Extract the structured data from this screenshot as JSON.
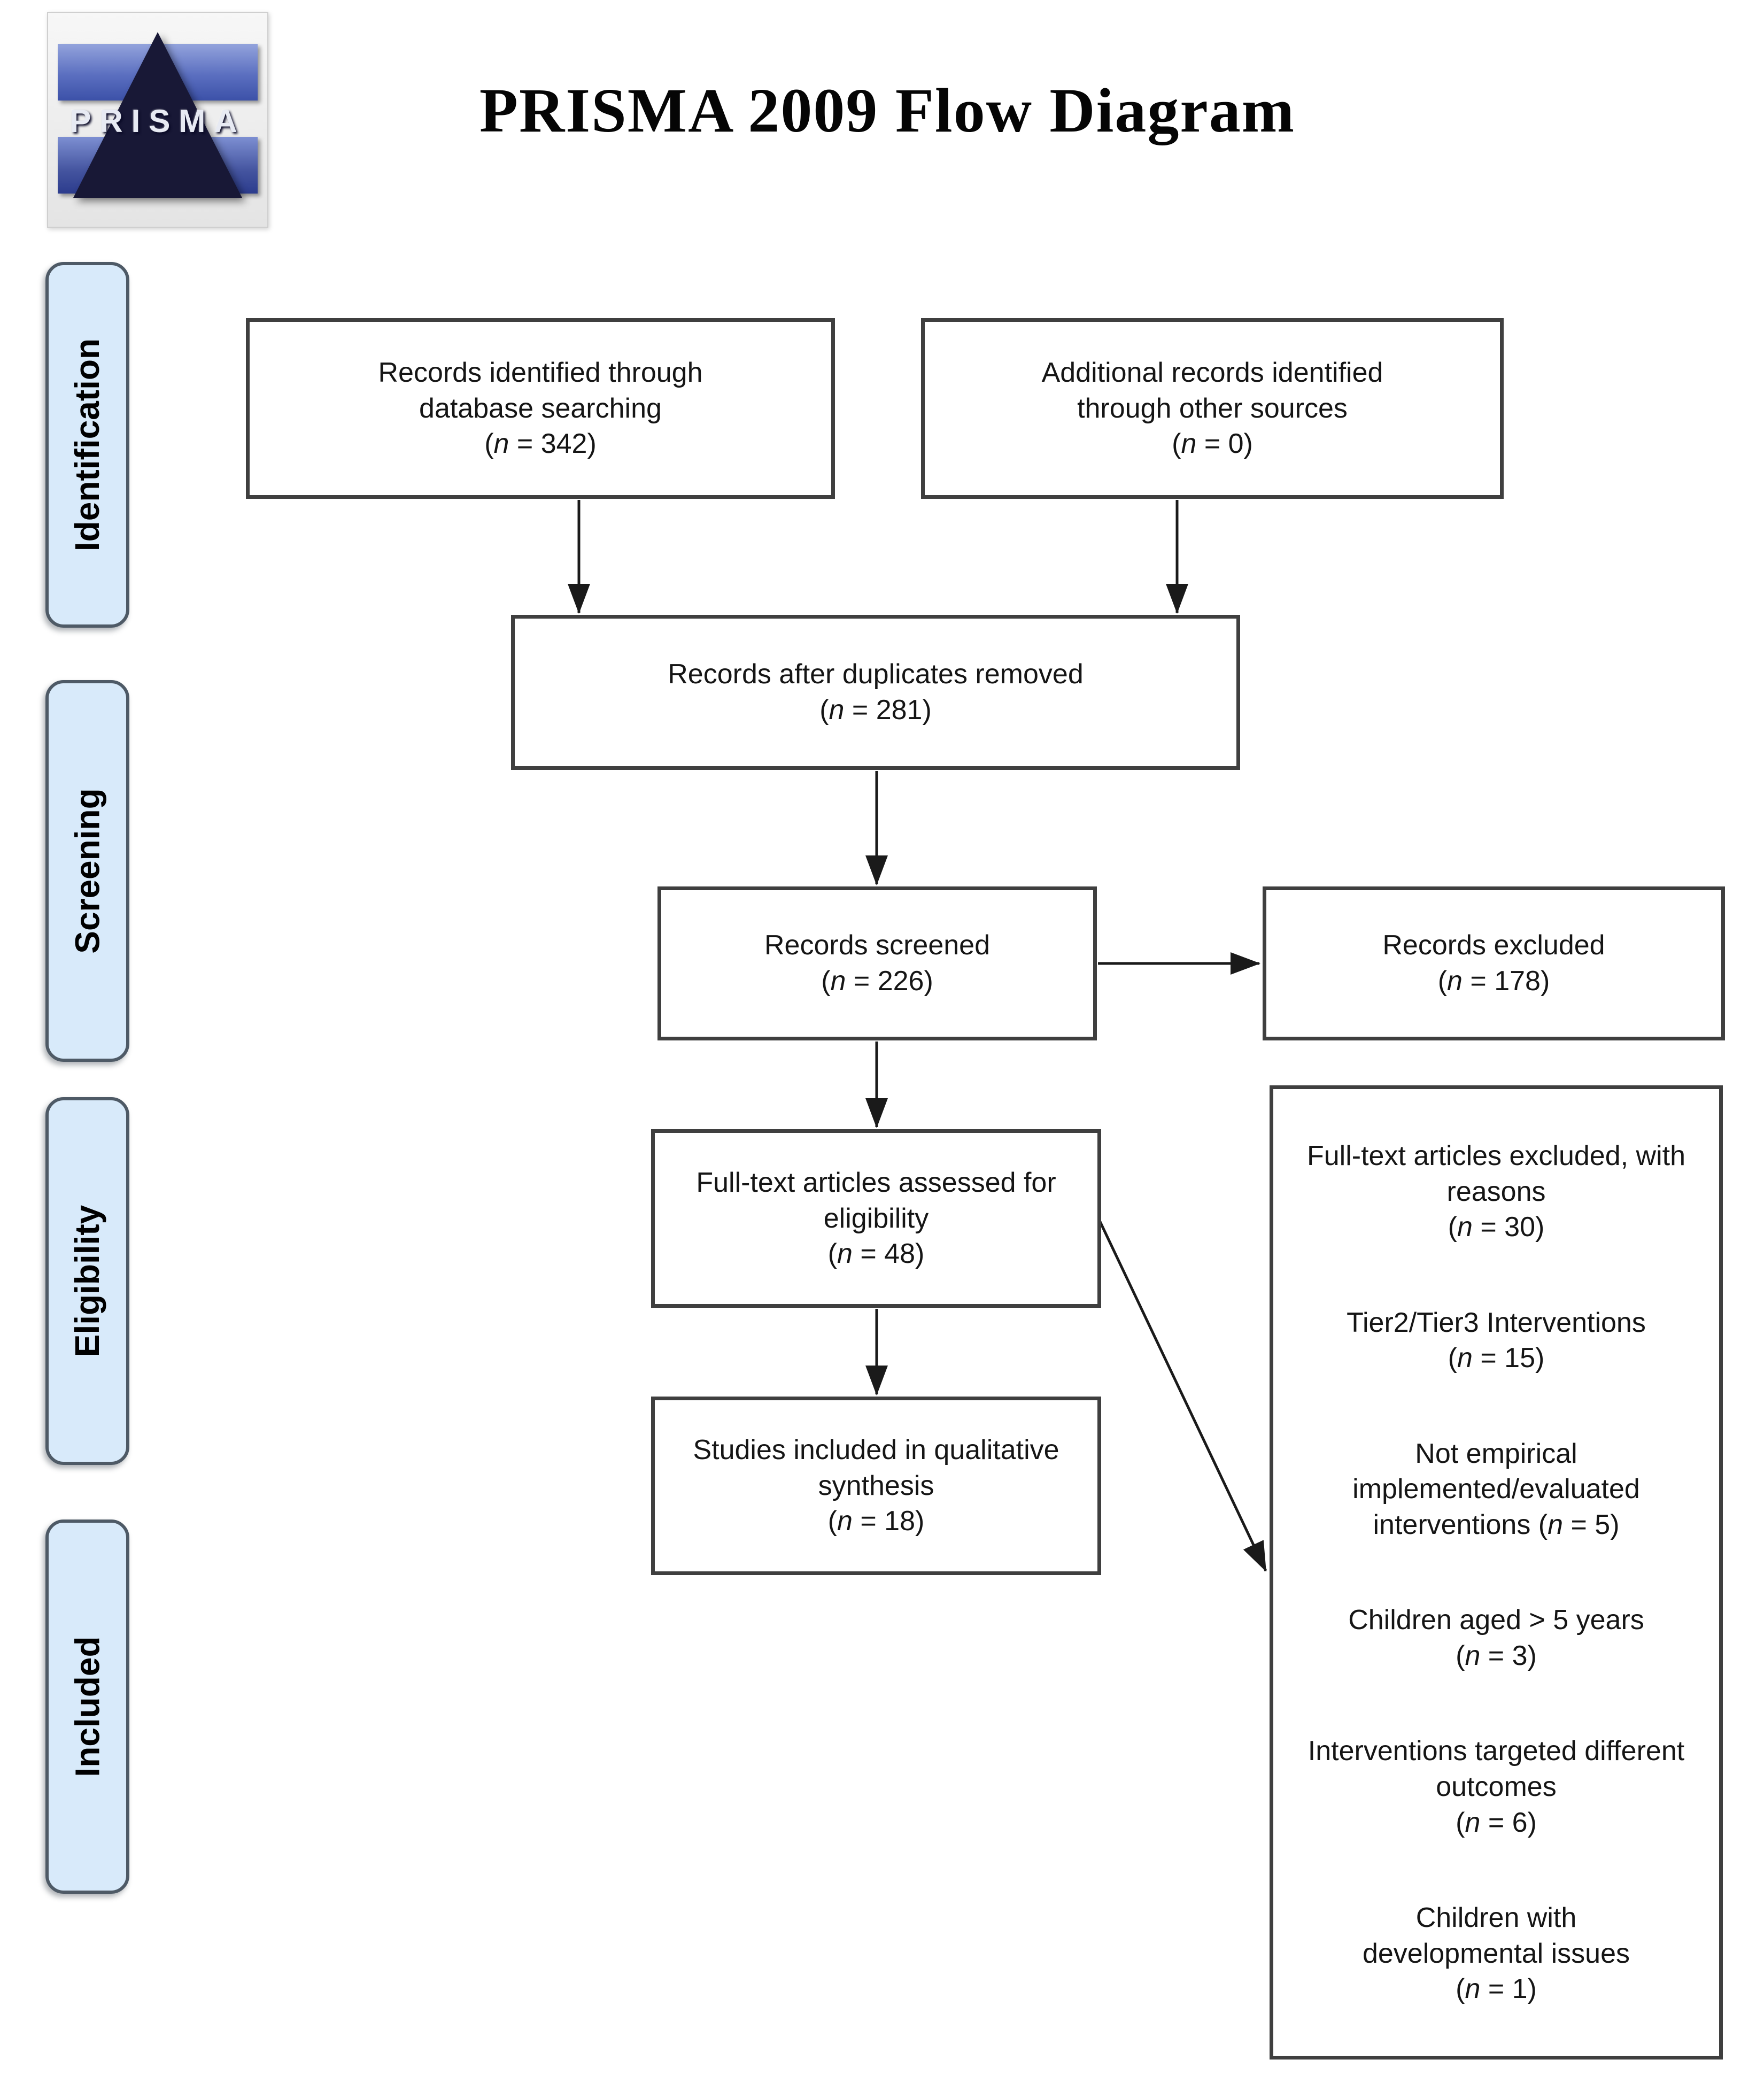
{
  "header": {
    "logo_text": "PRISMA",
    "title": "PRISMA 2009 Flow Diagram"
  },
  "stages": {
    "identification": "Identification",
    "screening": "Screening",
    "eligibility": "Eligibility",
    "included": "Included"
  },
  "boxes": {
    "identified": {
      "text": "Records identified through database searching",
      "count": "(n = 342)"
    },
    "additional": {
      "text": "Additional records identified through other sources",
      "count": "(n = 0)"
    },
    "deduplicated": {
      "text": "Records after duplicates removed",
      "count": "(n = 281)"
    },
    "screened": {
      "text": "Records screened",
      "count": "(n = 226)"
    },
    "excluded": {
      "text": "Records excluded",
      "count": "(n = 178)"
    },
    "fulltext": {
      "text": "Full-text articles assessed for eligibility",
      "count": "(n = 48)"
    },
    "qualitative": {
      "text": "Studies included in qualitative synthesis",
      "count": "(n = 18)"
    },
    "fulltext_excluded": {
      "reasons": [
        {
          "text": "Full-text articles excluded, with reasons",
          "count": "(n = 30)"
        },
        {
          "text": "Tier2/Tier3 Interventions",
          "count": "(n = 15)"
        },
        {
          "text": "Not empirical implemented/evaluated interventions (n = 5)"
        },
        {
          "text": "Children aged > 5 years",
          "count": "(n = 3)"
        },
        {
          "text": "Interventions targeted different outcomes",
          "count": "(n = 6)"
        },
        {
          "text": "Children with developmental issues",
          "count": "(n = 1)"
        }
      ]
    }
  },
  "colors": {
    "stage_fill": "#d8eafa",
    "stage_border": "#4e5a66",
    "box_border": "#3f3f3f",
    "logo_navy": "#181836",
    "logo_blue": "#4156a8",
    "arrow": "#1a1a1a"
  }
}
